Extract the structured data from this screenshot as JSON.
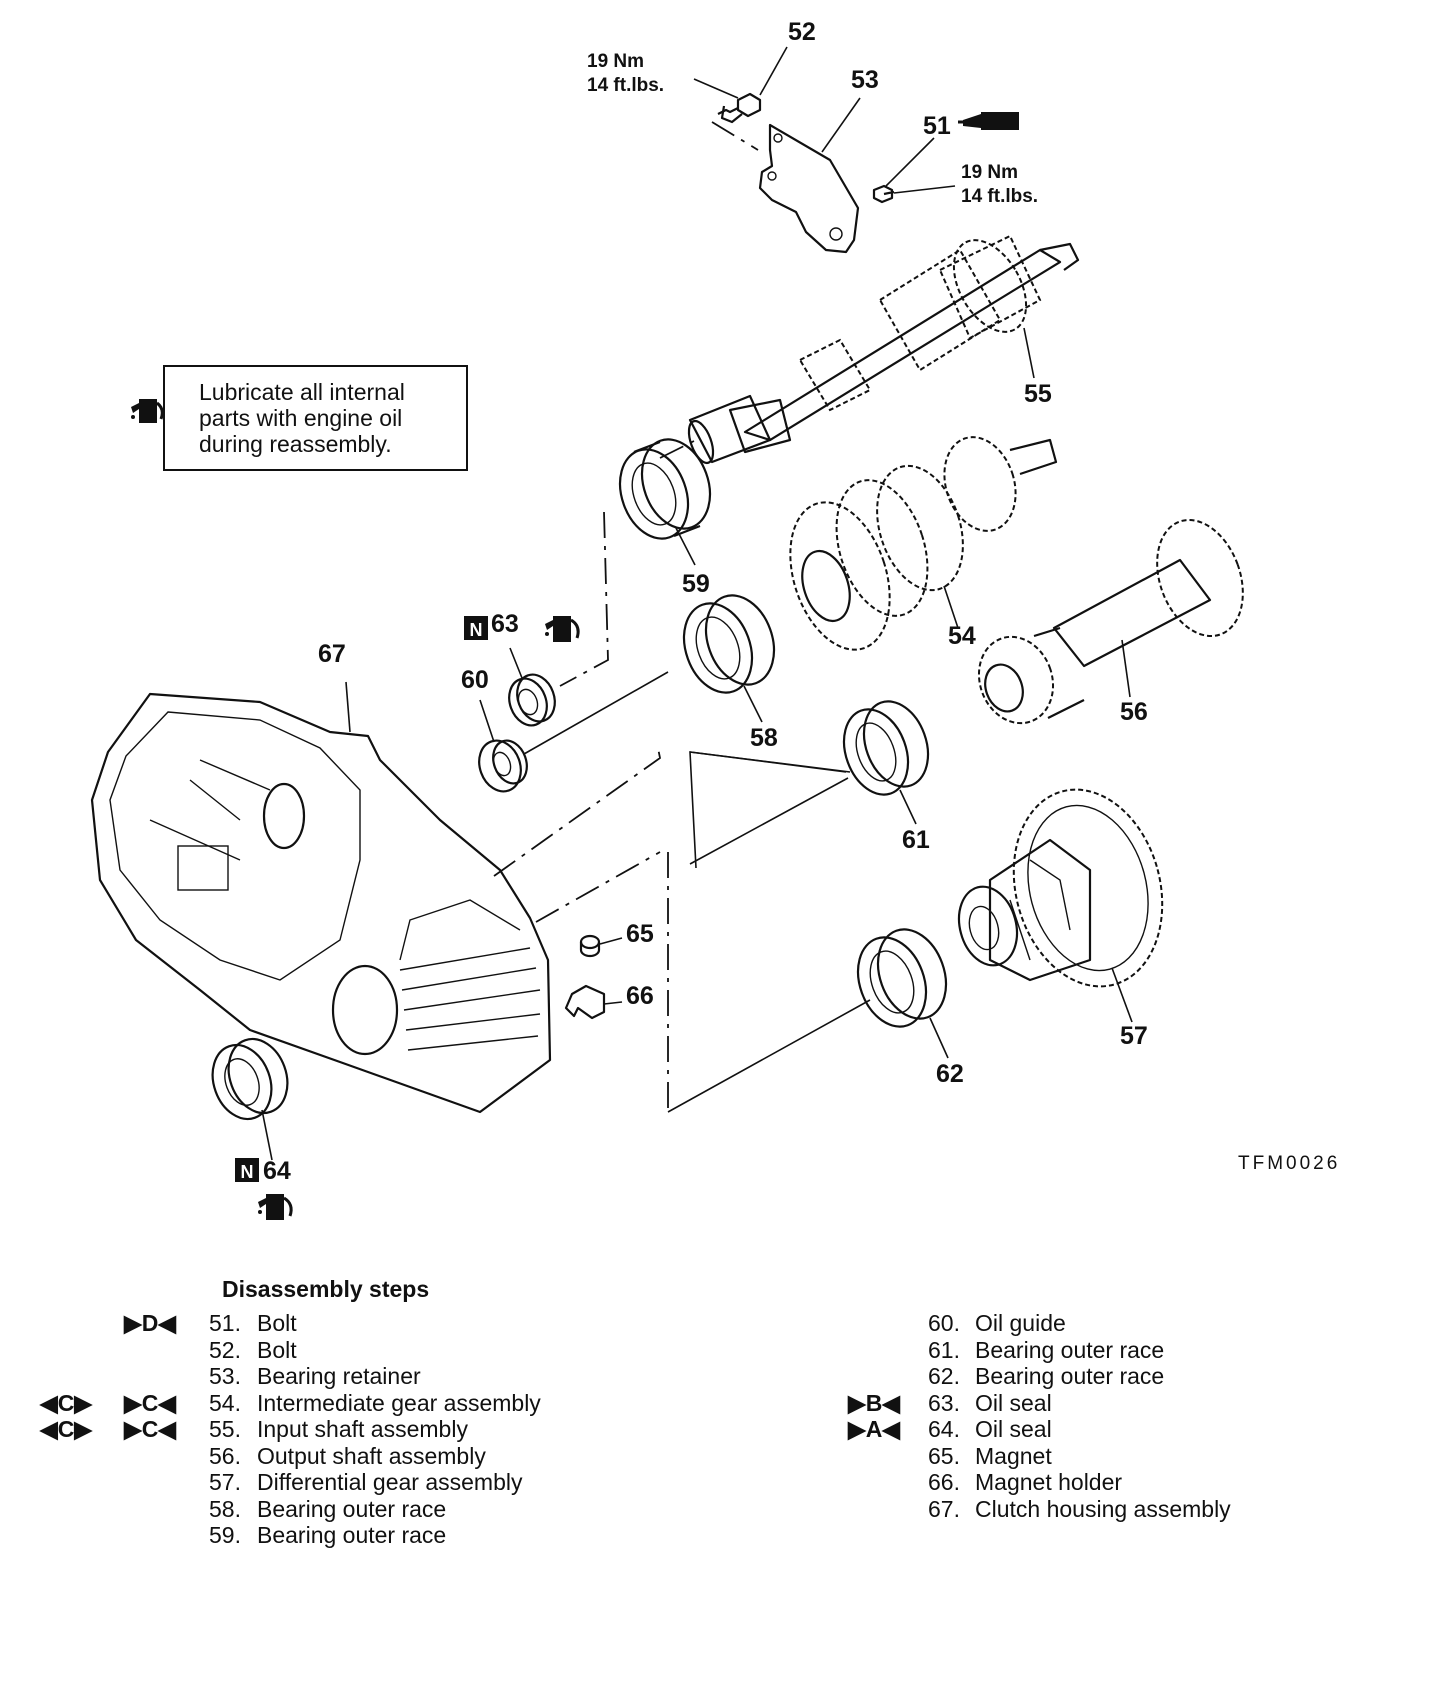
{
  "callouts": {
    "c51": "51",
    "c52": "52",
    "c53": "53",
    "c54": "54",
    "c55": "55",
    "c56": "56",
    "c57": "57",
    "c58": "58",
    "c59": "59",
    "c60": "60",
    "c61": "61",
    "c62": "62",
    "c63": "63",
    "c64": "64",
    "c65": "65",
    "c66": "66",
    "c67": "67"
  },
  "torque": {
    "top_nm": "19 Nm",
    "top_ftlbs": "14 ft.lbs.",
    "right_nm": "19 Nm",
    "right_ftlbs": "14 ft.lbs."
  },
  "new_part_marker": "N",
  "figure_ref": "TFM0026",
  "note": "Lubricate all internal\nparts with engine oil\nduring reassembly.",
  "icons": [
    "oil-can-icon",
    "sealant-tube-icon",
    "new-part-icon"
  ],
  "steps_title": "Disassembly steps",
  "steps_left": [
    {
      "marker_outer": "",
      "marker_inner": "▶D◀",
      "num": "51.",
      "desc": "Bolt"
    },
    {
      "marker_outer": "",
      "marker_inner": "",
      "num": "52.",
      "desc": "Bolt"
    },
    {
      "marker_outer": "",
      "marker_inner": "",
      "num": "53.",
      "desc": "Bearing retainer"
    },
    {
      "marker_outer": "◀C▶",
      "marker_inner": "▶C◀",
      "num": "54.",
      "desc": "Intermediate gear assembly"
    },
    {
      "marker_outer": "◀C▶",
      "marker_inner": "▶C◀",
      "num": "55.",
      "desc": "Input shaft assembly"
    },
    {
      "marker_outer": "",
      "marker_inner": "",
      "num": "56.",
      "desc": "Output shaft assembly"
    },
    {
      "marker_outer": "",
      "marker_inner": "",
      "num": "57.",
      "desc": "Differential gear assembly"
    },
    {
      "marker_outer": "",
      "marker_inner": "",
      "num": "58.",
      "desc": "Bearing outer race"
    },
    {
      "marker_outer": "",
      "marker_inner": "",
      "num": "59.",
      "desc": "Bearing outer race"
    }
  ],
  "steps_right": [
    {
      "marker_inner": "",
      "num": "60.",
      "desc": "Oil guide"
    },
    {
      "marker_inner": "",
      "num": "61.",
      "desc": "Bearing outer race"
    },
    {
      "marker_inner": "",
      "num": "62.",
      "desc": "Bearing outer race"
    },
    {
      "marker_inner": "▶B◀",
      "num": "63.",
      "desc": "Oil seal"
    },
    {
      "marker_inner": "▶A◀",
      "num": "64.",
      "desc": "Oil seal"
    },
    {
      "marker_inner": "",
      "num": "65.",
      "desc": "Magnet"
    },
    {
      "marker_inner": "",
      "num": "66.",
      "desc": "Magnet holder"
    },
    {
      "marker_inner": "",
      "num": "67.",
      "desc": "Clutch housing assembly"
    }
  ]
}
